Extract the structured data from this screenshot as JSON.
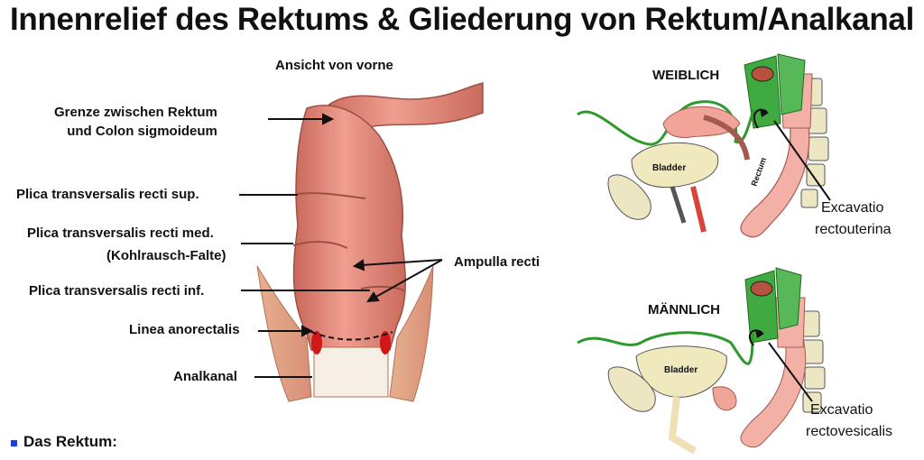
{
  "title": "Innenrelief des Rektums & Gliederung von Rektum/Analkanal",
  "left_figure": {
    "view_label": "Ansicht von vorne",
    "labels": {
      "border": "Grenze zwischen Rektum\nund Colon sigmoideum",
      "plica_sup": "Plica transversalis recti sup.",
      "plica_med_1": "Plica transversalis recti med.",
      "plica_med_2": "(Kohlrausch-Falte)",
      "plica_inf": "Plica transversalis recti inf.",
      "linea": "Linea anorectalis",
      "analkanal": "Analkanal",
      "ampulla": "Ampulla recti"
    }
  },
  "female_figure": {
    "heading": "WEIBLICH",
    "bladder": "Bladder",
    "rectum": "Rectum",
    "excavatio_1": "Excavatio",
    "excavatio_2": "rectouterina"
  },
  "male_figure": {
    "heading": "MÄNNLICH",
    "bladder": "Bladder",
    "excavatio_1": "Excavatio",
    "excavatio_2": "rectovesicalis"
  },
  "bullet_text": "Das Rektum:",
  "colors": {
    "bullet": "#1e3fd0",
    "peritoneum_green": "#2e9a2e",
    "tissue_pink": "#e9998a"
  }
}
